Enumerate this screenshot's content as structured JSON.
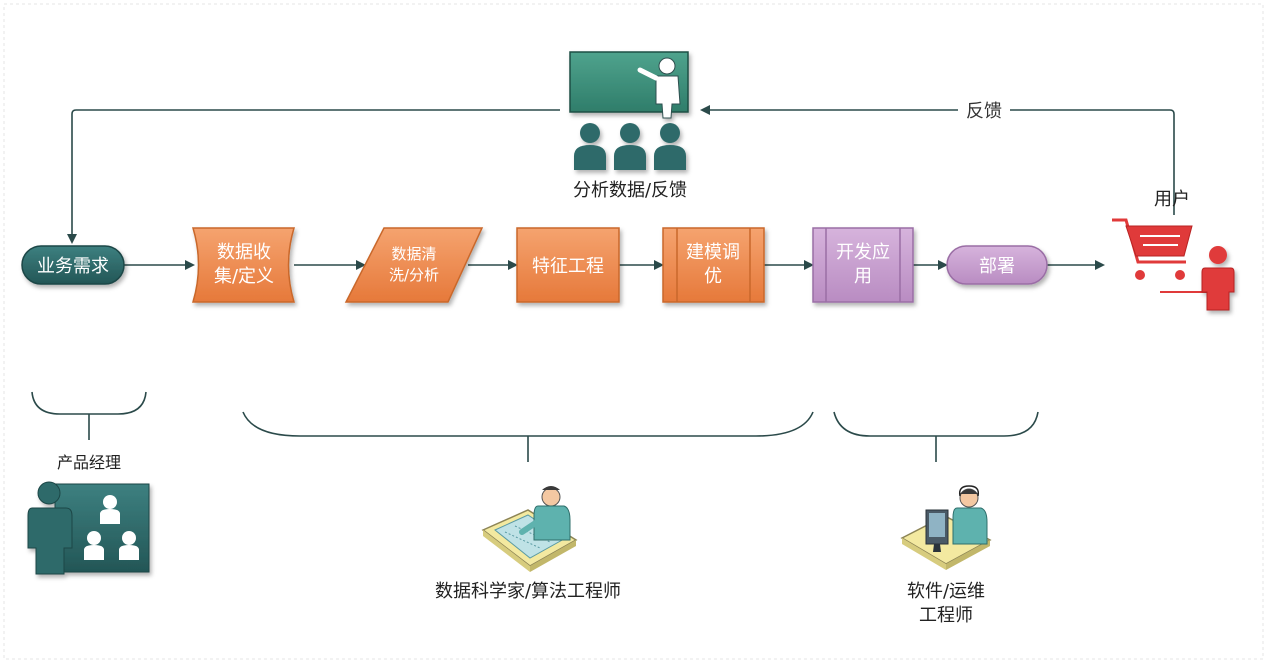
{
  "nodes": {
    "business": "业务需求",
    "collect_line1": "数据收",
    "collect_line2": "集/定义",
    "clean_line1": "数据清",
    "clean_line2": "洗/分析",
    "feature": "特征工程",
    "model_line1": "建模调",
    "model_line2": "优",
    "dev_line1": "开发应",
    "dev_line2": "用",
    "deploy": "部署",
    "user": "用户"
  },
  "feedback": {
    "arrow_label": "反馈",
    "analysis_label": "分析数据/反馈"
  },
  "roles": {
    "pm": "产品经理",
    "ds": "数据科学家/算法工程师",
    "ops_line1": "软件/运维",
    "ops_line2": "工程师"
  },
  "colors": {
    "teal": "#2e6b6b",
    "orange": "#ee8a4c",
    "purple": "#c79fcf",
    "red": "#e03a3a"
  },
  "icons": {
    "presenter": "presenter-icon",
    "cart": "shopping-cart-icon",
    "user": "user-icon",
    "pm": "product-manager-icon",
    "ds": "data-scientist-icon",
    "ops": "ops-engineer-icon"
  }
}
